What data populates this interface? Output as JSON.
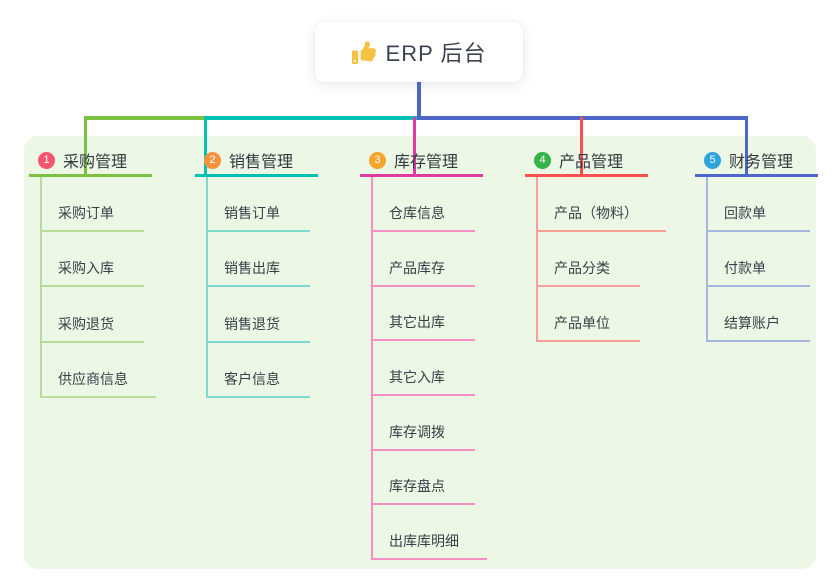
{
  "root": {
    "label": "ERP 后台",
    "icon": "thumbs-up-icon"
  },
  "branches": [
    {
      "badge": "1",
      "label": "采购管理",
      "badge_color": "#f4566e",
      "line_color": "#7cc142",
      "child_line_color": "#b9dc9a",
      "children": [
        "采购订单",
        "采购入库",
        "采购退货",
        "供应商信息"
      ]
    },
    {
      "badge": "2",
      "label": "销售管理",
      "badge_color": "#f6913e",
      "line_color": "#00c0b2",
      "child_line_color": "#7fd9cf",
      "children": [
        "销售订单",
        "销售出库",
        "销售退货",
        "客户信息"
      ]
    },
    {
      "badge": "3",
      "label": "库存管理",
      "badge_color": "#f5a42c",
      "line_color": "#e0399f",
      "child_line_color": "#f590c5",
      "children": [
        "仓库信息",
        "产品库存",
        "其它出库",
        "其它入库",
        "库存调拨",
        "库存盘点",
        "出库库明细"
      ]
    },
    {
      "badge": "4",
      "label": "产品管理",
      "badge_color": "#33b348",
      "line_color": "#fb5051",
      "child_line_color": "#f9a09b",
      "children": [
        "产品（物料）",
        "产品分类",
        "产品单位"
      ]
    },
    {
      "badge": "5",
      "label": "财务管理",
      "badge_color": "#2fa3dd",
      "line_color": "#4c66c9",
      "child_line_color": "#a3b7e0",
      "children": [
        "回款单",
        "付款单",
        "结算账户"
      ]
    }
  ],
  "colors": {
    "panel_bg": "#ecf7e6",
    "root_line": "#4d64c6",
    "root_text": "#3d4451",
    "thumb_yellow": "#f6c244"
  }
}
